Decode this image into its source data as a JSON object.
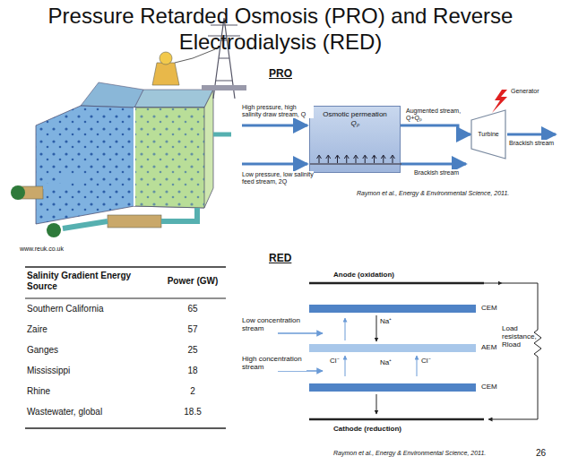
{
  "diagram": {
    "title": "Pressure Retarded Osmosis (PRO) and Reverse Electrodialysis (RED)",
    "nodes": [
      {
        "text": [
          "Osmotic permeation",
          "Qₚ"
        ]
      },
      {
        "text": [
          "Turbine"
        ]
      },
      {
        "text": [
          "CEM"
        ]
      },
      {
        "text": [
          "AEM"
        ]
      },
      {
        "text": [
          "CEM"
        ]
      }
    ],
    "edges": [
      {
        "from": 0,
        "to": 1,
        "label": "Augmented stream, Q+Qₚ",
        "arrow": "to"
      }
    ],
    "labels": [
      "www.reuk.co.uk",
      "PRO",
      "High pressure, high salinity draw stream, Q",
      "Low pressure, low salinity feed stream, 2Q",
      "Generator",
      "Brackish stream",
      "Brackish stream",
      "Raymon et al., Energy & Environmental Science, 2011.",
      "RED",
      "Anode (oxidation)",
      "Low concentration stream",
      "High concentration stream",
      "Na⁺",
      "Cl⁻",
      "Na⁺",
      "Cl⁻",
      "Load resistance, Rload",
      "Cathode (reduction)",
      "Raymon et al., Energy & Environmental Science, 2011.",
      "26",
      "Salinity Gradient Energy Source",
      "Power (GW)",
      "Southern California",
      "65",
      "Zaire",
      "57",
      "Ganges",
      "25",
      "Mississippi",
      "18",
      "Rhine",
      "2",
      "Wastewater, global",
      "18.5"
    ]
  }
}
